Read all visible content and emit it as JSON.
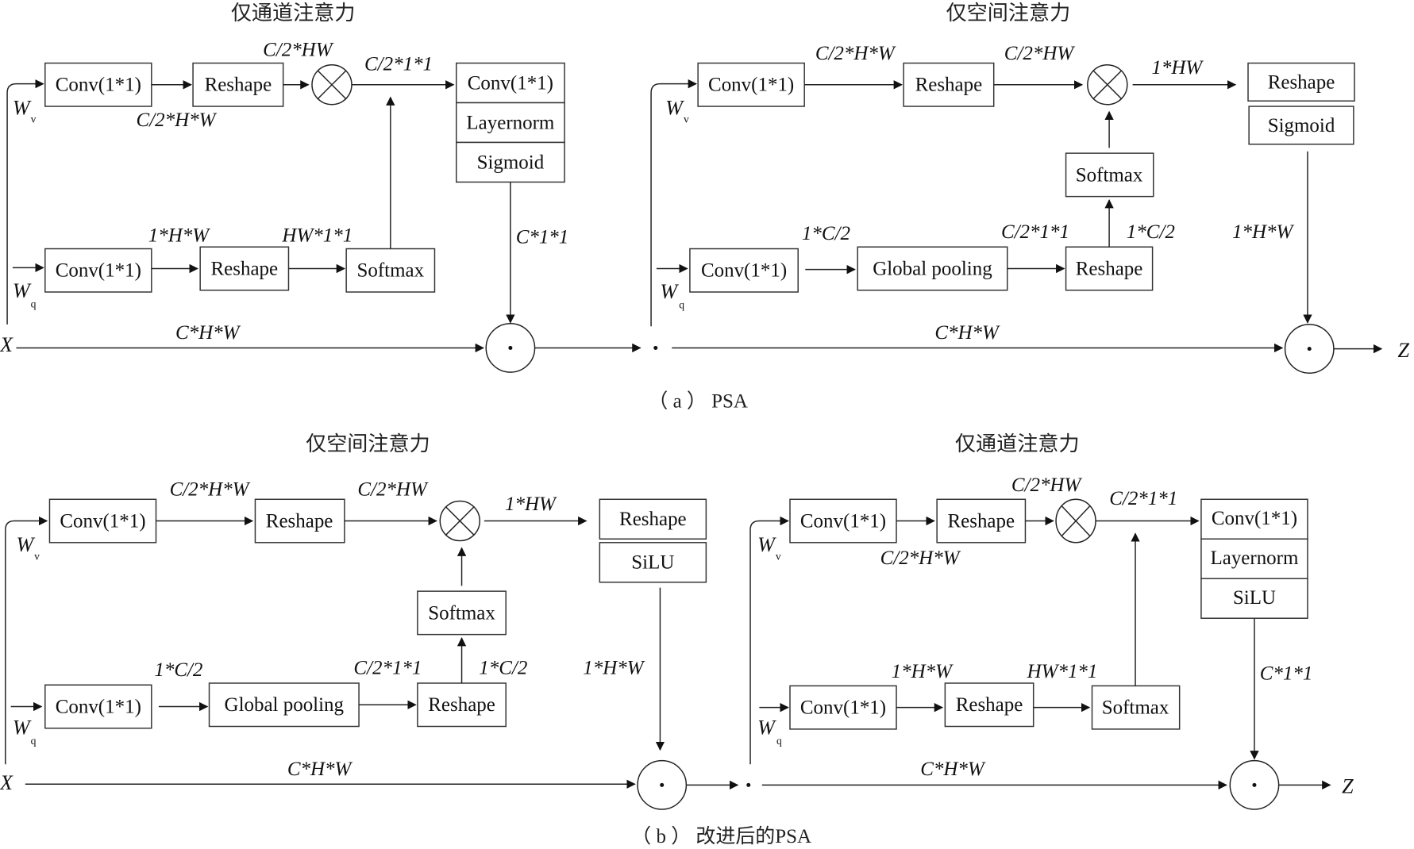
{
  "figure": {
    "a": {
      "caption": "（ a ） PSA",
      "left": {
        "title": "仅通道注意力",
        "v_branch": {
          "input": "W",
          "input_sub": "v",
          "conv": "Conv(1*1)",
          "reshape": "Reshape",
          "dim_conv_out": "C/2*H*W",
          "dim_reshape_out": "C/2*HW",
          "dim_mult_out": "C/2*1*1"
        },
        "q_branch": {
          "input": "W",
          "input_sub": "q",
          "conv": "Conv(1*1)",
          "reshape": "Reshape",
          "softmax": "Softmax",
          "dim_conv_out": "1*H*W",
          "dim_reshape_out": "HW*1*1"
        },
        "stack": [
          "Conv(1*1)",
          "Layernorm",
          "Sigmoid"
        ],
        "dim_stack_out": "C*1*1",
        "x_input": "X",
        "dim_x": "C*H*W"
      },
      "right": {
        "title": "仅空间注意力",
        "v_branch": {
          "input": "W",
          "input_sub": "v",
          "conv": "Conv(1*1)",
          "reshape": "Reshape",
          "dim_conv_out": "C/2*H*W",
          "dim_reshape_out": "C/2*HW",
          "dim_mult_out": "1*HW"
        },
        "q_branch": {
          "input": "W",
          "input_sub": "q",
          "conv": "Conv(1*1)",
          "pool": "Global pooling",
          "reshape": "Reshape",
          "softmax": "Softmax",
          "dim_conv_out": "1*C/2",
          "dim_pool_out": "C/2*1*1",
          "dim_reshape_out": "1*C/2"
        },
        "stack": [
          "Reshape",
          "Sigmoid"
        ],
        "dim_stack_out": "1*H*W",
        "dim_x": "C*H*W",
        "output": "Z"
      }
    },
    "b": {
      "caption": "（ b ） 改进后的PSA",
      "left": {
        "title": "仅空间注意力",
        "v_branch": {
          "input": "W",
          "input_sub": "v",
          "conv": "Conv(1*1)",
          "reshape": "Reshape",
          "dim_conv_out": "C/2*H*W",
          "dim_reshape_out": "C/2*HW",
          "dim_mult_out": "1*HW"
        },
        "q_branch": {
          "input": "W",
          "input_sub": "q",
          "conv": "Conv(1*1)",
          "pool": "Global pooling",
          "reshape": "Reshape",
          "softmax": "Softmax",
          "dim_conv_out": "1*C/2",
          "dim_pool_out": "C/2*1*1",
          "dim_reshape_out": "1*C/2"
        },
        "stack": [
          "Reshape",
          "SiLU"
        ],
        "dim_stack_out": "1*H*W",
        "x_input": "X",
        "dim_x": "C*H*W"
      },
      "right": {
        "title": "仅通道注意力",
        "v_branch": {
          "input": "W",
          "input_sub": "v",
          "conv": "Conv(1*1)",
          "reshape": "Reshape",
          "dim_conv_out": "C/2*H*W",
          "dim_reshape_out": "C/2*HW",
          "dim_mult_out": "C/2*1*1"
        },
        "q_branch": {
          "input": "W",
          "input_sub": "q",
          "conv": "Conv(1*1)",
          "reshape": "Reshape",
          "softmax": "Softmax",
          "dim_conv_out": "1*H*W",
          "dim_reshape_out": "HW*1*1"
        },
        "stack": [
          "Conv(1*1)",
          "Layernorm",
          "SiLU"
        ],
        "dim_stack_out": "C*1*1",
        "dim_x": "C*H*W",
        "output": "Z"
      }
    }
  }
}
